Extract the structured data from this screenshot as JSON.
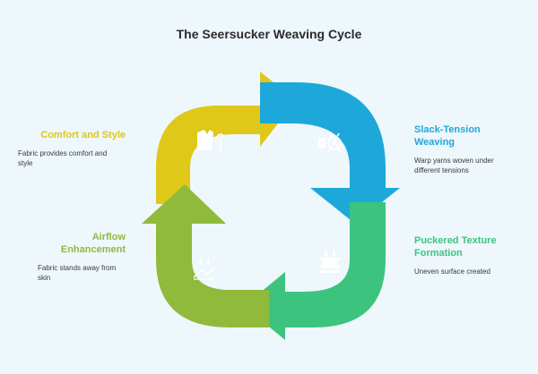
{
  "title": "The Seersucker Weaving Cycle",
  "colors": {
    "yellow": "#dfc817",
    "blue": "#1ea8d9",
    "green": "#3cc47f",
    "lime": "#90ba3b",
    "background": "#eef7fb"
  },
  "steps": [
    {
      "key": "slack",
      "title_line1": "Slack-Tension",
      "title_line2": "Weaving",
      "desc_line1": "Warp yarns woven under",
      "desc_line2": "different tensions",
      "icon": "yarn-spool-icon",
      "color": "#1ea8d9"
    },
    {
      "key": "pucker",
      "title_line1": "Puckered Texture",
      "title_line2": "Formation",
      "desc_line1": "Uneven surface created",
      "desc_line2": "",
      "icon": "textured-fabric-icon",
      "color": "#3cc47f"
    },
    {
      "key": "airflow",
      "title_line1": "Airflow",
      "title_line2": "Enhancement",
      "desc_line1": "Fabric stands away from",
      "desc_line2": "skin",
      "icon": "droplets-trend-icon",
      "color": "#90ba3b"
    },
    {
      "key": "comfort",
      "title_line1": "Comfort and Style",
      "title_line2": "",
      "desc_line1": "Fabric provides comfort and",
      "desc_line2": "style",
      "icon": "jacket-umbrella-icon",
      "color": "#dfc817"
    }
  ]
}
